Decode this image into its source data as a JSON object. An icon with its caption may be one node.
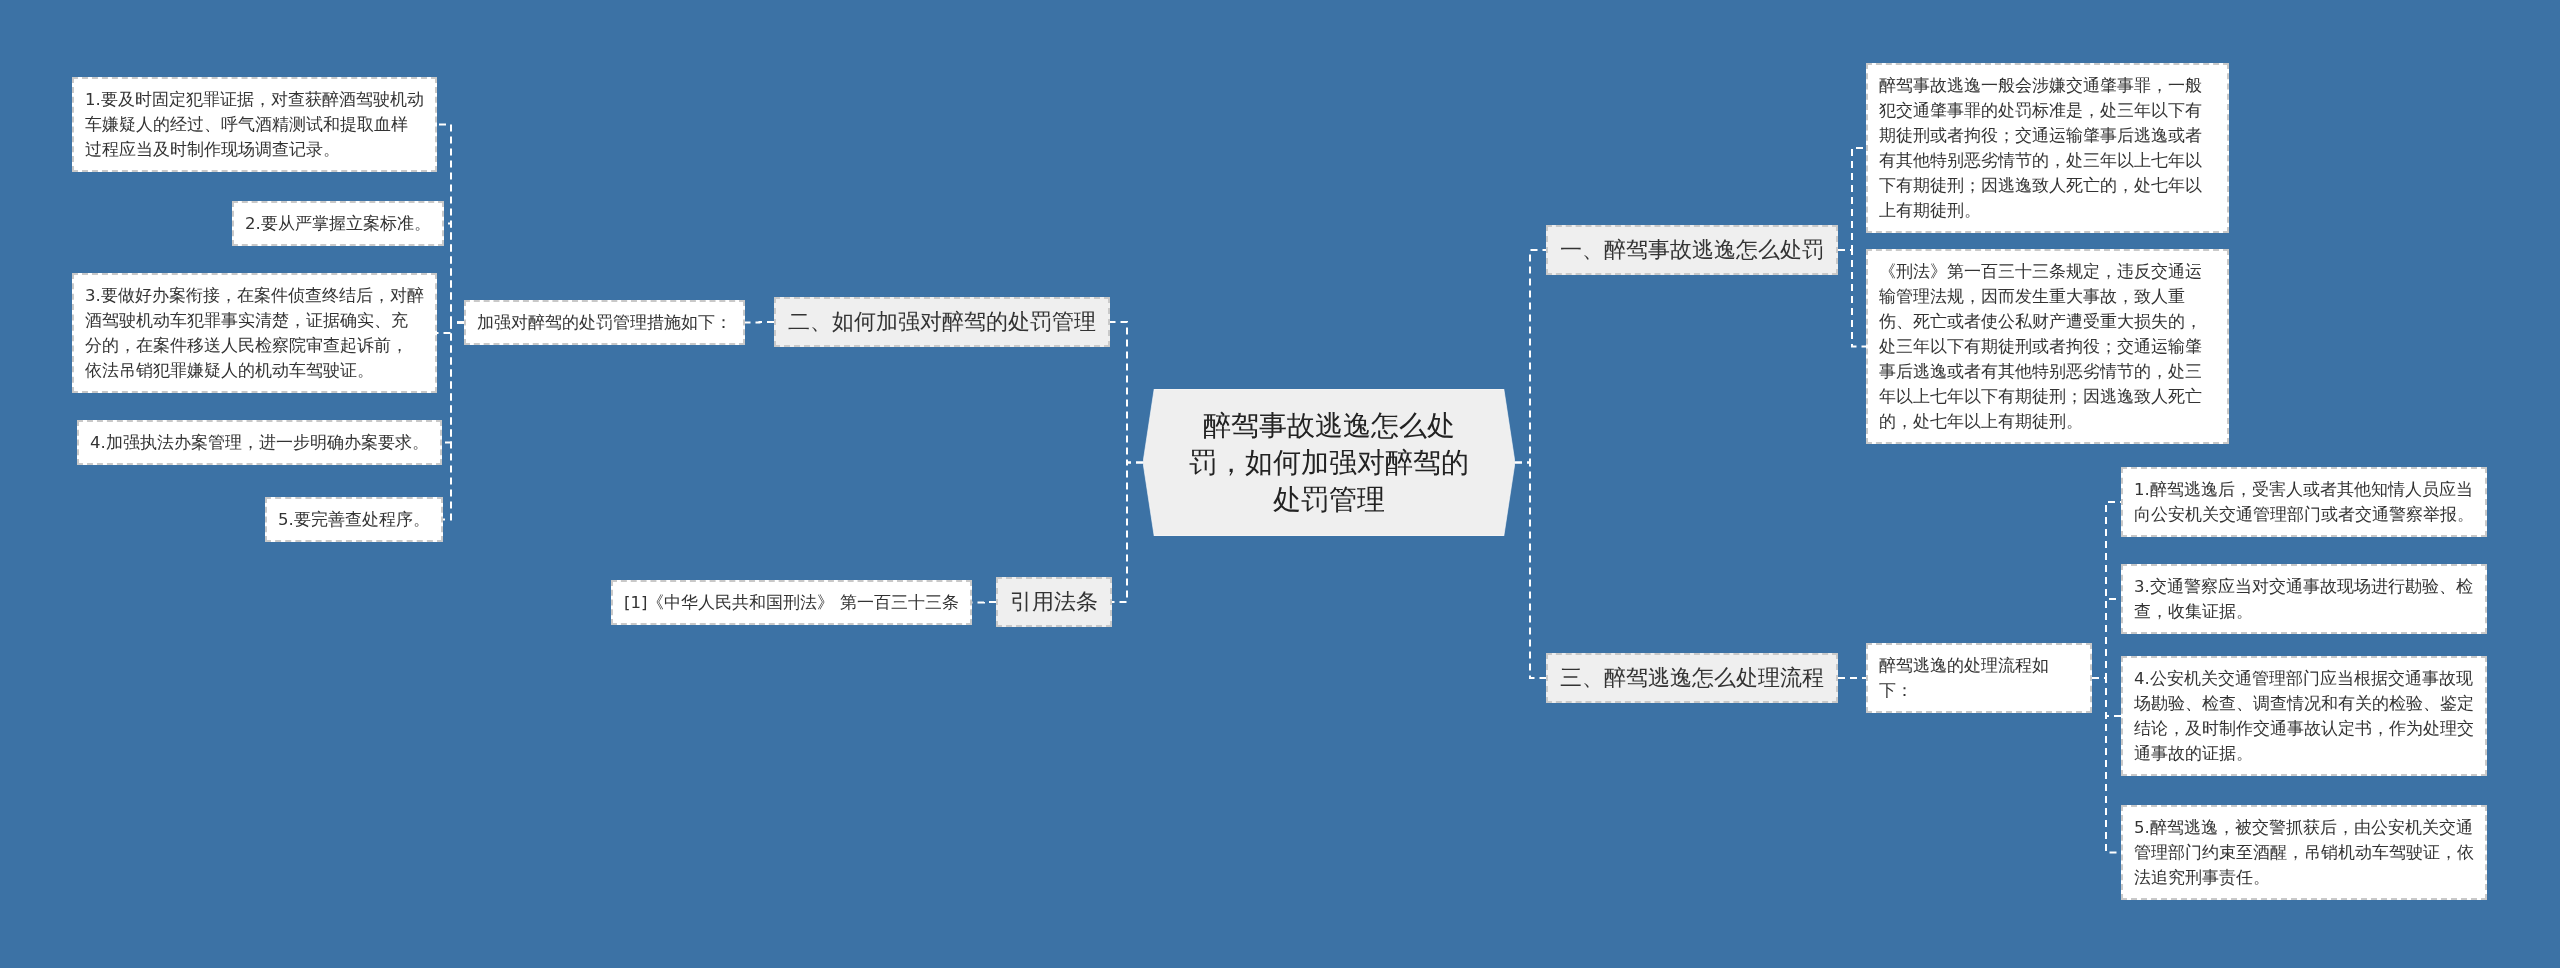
{
  "diagram": {
    "nodes": [
      {
        "text": [
          "醉驾事故逃逸怎么处罚，如何加强对醉驾的处罚管理"
        ]
      },
      {
        "text": [
          "一、醉驾事故逃逸怎么处罚"
        ]
      },
      {
        "text": [
          "醉驾事故逃逸一般会涉嫌交通肇事罪，一般犯交通肇事罪的处罚标准是，处三年以下有期徒刑或者拘役；交通运输肇事后逃逸或者有其他特别恶劣情节的，处三年以上七年以下有期徒刑；因逃逸致人死亡的，处七年以上有期徒刑。"
        ]
      },
      {
        "text": [
          "《刑法》第一百三十三条规定，违反交通运输管理法规，因而发生重大事故，致人重伤、死亡或者使公私财产遭受重大损失的，处三年以下有期徒刑或者拘役；交通运输肇事后逃逸或者有其他特别恶劣情节的，处三年以上七年以下有期徒刑；因逃逸致人死亡的，处七年以上有期徒刑。"
        ]
      },
      {
        "text": [
          "三、醉驾逃逸怎么处理流程"
        ]
      },
      {
        "text": [
          "醉驾逃逸的处理流程如下："
        ]
      },
      {
        "text": [
          "1.醉驾逃逸后，受害人或者其他知情人员应当向公安机关交通管理部门或者交通警察举报。"
        ]
      },
      {
        "text": [
          "3.交通警察应当对交通事故现场进行勘验、检查，收集证据。"
        ]
      },
      {
        "text": [
          "4.公安机关交通管理部门应当根据交通事故现场勘验、检查、调查情况和有关的检验、鉴定结论，及时制作交通事故认定书，作为处理交通事故的证据。"
        ]
      },
      {
        "text": [
          "5.醉驾逃逸，被交警抓获后，由公安机关交通管理部门约束至酒醒，吊销机动车驾驶证，依法追究刑事责任。"
        ]
      },
      {
        "text": [
          "二、如何加强对醉驾的处罚管理"
        ]
      },
      {
        "text": [
          "加强对醉驾的处罚管理措施如下："
        ]
      },
      {
        "text": [
          "1.要及时固定犯罪证据，对查获醉酒驾驶机动车嫌疑人的经过、呼气酒精测试和提取血样过程应当及时制作现场调查记录。"
        ]
      },
      {
        "text": [
          "2.要从严掌握立案标准。"
        ]
      },
      {
        "text": [
          "3.要做好办案衔接，在案件侦查终结后，对醉酒驾驶机动车犯罪事实清楚，证据确实、充分的，在案件移送人民检察院审查起诉前，依法吊销犯罪嫌疑人的机动车驾驶证。"
        ]
      },
      {
        "text": [
          "4.加强执法办案管理，进一步明确办案要求。"
        ]
      },
      {
        "text": [
          "5.要完善查处程序。"
        ]
      },
      {
        "text": [
          "引用法条"
        ]
      },
      {
        "text": [
          "[1]《中华人民共和国刑法》 第一百三十三条"
        ]
      }
    ],
    "edges": [
      {
        "from": 0,
        "to": 1,
        "arrow": "none"
      },
      {
        "from": 0,
        "to": 4,
        "arrow": "none"
      },
      {
        "from": 0,
        "to": 10,
        "arrow": "none"
      },
      {
        "from": 0,
        "to": 17,
        "arrow": "none"
      },
      {
        "from": 1,
        "to": 2,
        "arrow": "none"
      },
      {
        "from": 1,
        "to": 3,
        "arrow": "none"
      },
      {
        "from": 4,
        "to": 5,
        "arrow": "none"
      },
      {
        "from": 5,
        "to": 6,
        "arrow": "none"
      },
      {
        "from": 5,
        "to": 7,
        "arrow": "none"
      },
      {
        "from": 5,
        "to": 8,
        "arrow": "none"
      },
      {
        "from": 5,
        "to": 9,
        "arrow": "none"
      },
      {
        "from": 10,
        "to": 11,
        "arrow": "none"
      },
      {
        "from": 11,
        "to": 12,
        "arrow": "none"
      },
      {
        "from": 11,
        "to": 13,
        "arrow": "none"
      },
      {
        "from": 11,
        "to": 14,
        "arrow": "none"
      },
      {
        "from": 11,
        "to": 15,
        "arrow": "none"
      },
      {
        "from": 11,
        "to": 16,
        "arrow": "none"
      },
      {
        "from": 17,
        "to": 18,
        "arrow": "none"
      }
    ]
  }
}
